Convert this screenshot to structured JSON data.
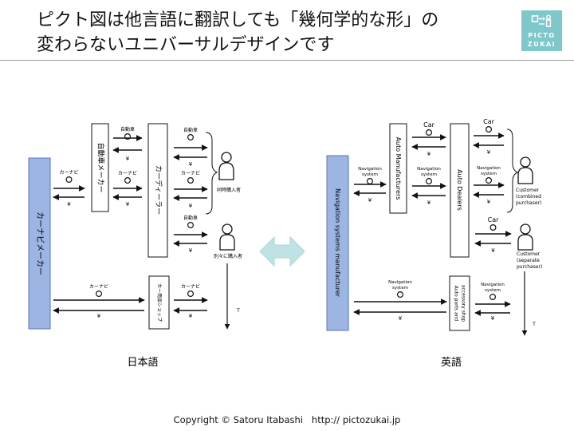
{
  "title": {
    "line1": "ピクト図は他言語に翻訳しても「幾何学的な形」の",
    "line2": "変わらないユニバーサルデザインです"
  },
  "logo": {
    "line1": "PICTO",
    "line2": "ZUKAI"
  },
  "colors": {
    "vendor_fill": "#9db5e3",
    "vendor_stroke": "#5a76b8",
    "exchange_arrow": "#bfe3e4",
    "logo_bg": "#7ec8cc"
  },
  "japanese": {
    "caption": "日本語",
    "vendor": "カーナビメーカー",
    "manufacturer": "自動車メーカー",
    "dealer": "カーディーラー",
    "shop": "カー用品ショップ",
    "item_car": "自動車",
    "item_navi": "カーナビ",
    "money": "¥",
    "buyer_combined": "同時購入者",
    "buyer_separate": "別々に購入者",
    "time": "T"
  },
  "english": {
    "caption": "英語",
    "vendor": "Navigation systems manufacturer",
    "manufacturer": "Auto Manufacturers",
    "dealer": "Auto Dealers",
    "shop_line1": "Auto parts and",
    "shop_line2": "accessory shop",
    "item_car": "Car",
    "item_navi_line1": "Navigation",
    "item_navi_line2": "system",
    "money": "¥",
    "buyer_combined_line1": "Customer",
    "buyer_combined_line2": "(combined",
    "buyer_combined_line3": "purchaser)",
    "buyer_separate_line1": "Customer",
    "buyer_separate_line2": "(separate",
    "buyer_separate_line3": "purchaser)",
    "time": "T"
  },
  "footer": "Copyright © Satoru Itabashi   http:// pictozukai.jp"
}
